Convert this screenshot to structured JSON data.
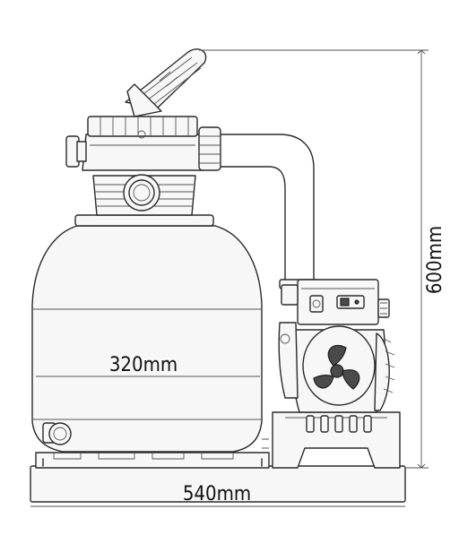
{
  "dimensions": {
    "height_label": "600mm",
    "tank_width_label": "320mm",
    "total_width_label": "540mm"
  },
  "icons": {
    "fan": "fan-icon",
    "switch": "rocker-switch-icon"
  },
  "colors": {
    "stroke": "#2a2a2a",
    "background": "#ffffff"
  }
}
